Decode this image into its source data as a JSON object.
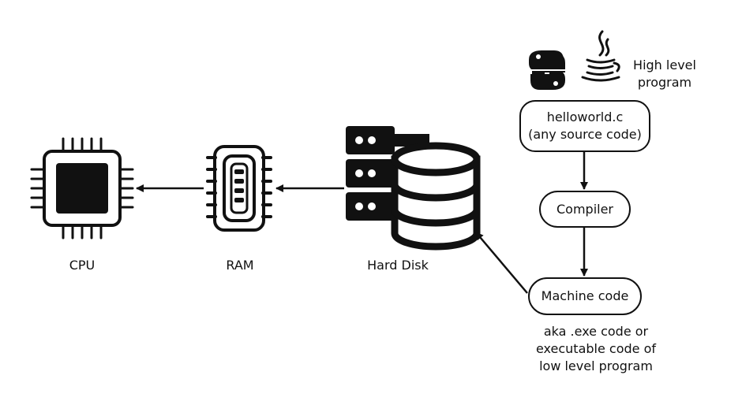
{
  "colors": {
    "ink": "#111111",
    "background": "#ffffff"
  },
  "icons": [
    "cpu-icon",
    "ram-icon",
    "hard-disk-icon",
    "python-logo-icon",
    "java-logo-icon"
  ],
  "labels": {
    "cpu": "CPU",
    "ram": "RAM",
    "hard_disk": "Hard Disk",
    "high_level": "High level\nprogram",
    "exe_note": "aka .exe code or\nexecutable code of\nlow level program"
  },
  "boxes": {
    "source": "helloworld.c\n(any source code)",
    "compiler": "Compiler",
    "machine": "Machine code"
  }
}
